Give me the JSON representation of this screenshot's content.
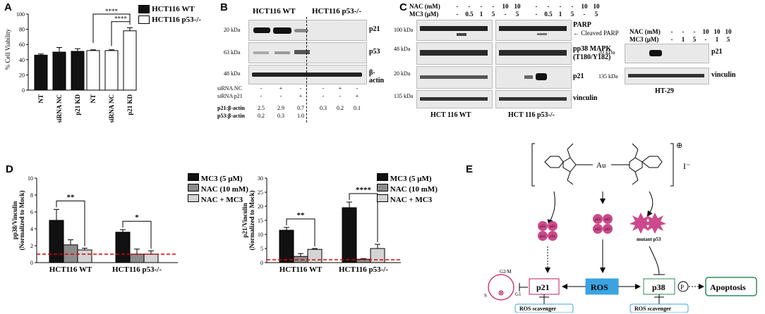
{
  "panels": {
    "A": {
      "letter": "A",
      "ylabel": "% Cell Viability",
      "yticks": [
        "0",
        "20",
        "40",
        "60",
        "80",
        "100"
      ],
      "legend": [
        {
          "name": "HCT116 WT",
          "color": "#111111"
        },
        {
          "name": "HCT116 p53-/-",
          "color": "#ffffff"
        }
      ],
      "sig": [
        "****",
        "****"
      ],
      "chart_data": {
        "type": "bar",
        "categories": [
          "NT",
          "siRNA NC",
          "p21 KD",
          "NT",
          "siRNA NC",
          "p21 KD"
        ],
        "series": [
          {
            "name": "HCT116 WT",
            "values": [
              46,
              50,
              51
            ],
            "errors": [
              1.5,
              6,
              3.5
            ]
          },
          {
            "name": "HCT116 p53-/-",
            "values": [
              52,
              52,
              78
            ],
            "errors": [
              1,
              1,
              4
            ]
          }
        ],
        "ylabel": "% Cell Viability",
        "ylim": [
          0,
          100
        ]
      }
    },
    "B": {
      "letter": "B",
      "groups": [
        "HCT116 WT",
        "HCT116 p53-/-"
      ],
      "kda": [
        "20 kDa",
        "63 kDa",
        "48 kDa"
      ],
      "bands": [
        "p21",
        "p53",
        "β-actin"
      ],
      "rows": [
        {
          "label": "siRNA NC",
          "marks": [
            "-",
            "+",
            "-",
            "-",
            "+",
            "-"
          ]
        },
        {
          "label": "siRNA p21",
          "marks": [
            "-",
            "-",
            "+",
            "-",
            "-",
            "+"
          ]
        }
      ],
      "ratio_labels": [
        "p21:β-actin",
        "p53:β-actin"
      ],
      "ratio1": [
        "2.5",
        "2.9",
        "0.7",
        "0.3",
        "0.2",
        "0.1"
      ],
      "ratio2": [
        "0.2",
        "0.3",
        "1.0",
        "",
        "",
        ""
      ]
    },
    "C": {
      "letter": "C",
      "row_labels": [
        "NAC (mM)",
        "MC3 (μM)"
      ],
      "nac": [
        "-",
        "-",
        "-",
        "-",
        "10",
        "10",
        "-",
        "-",
        "-",
        "-",
        "10",
        "10"
      ],
      "mc3": [
        "-",
        "0.5",
        "1",
        "5",
        "-",
        "5",
        "-",
        "0.5",
        "1",
        "5",
        "-",
        "5"
      ],
      "kda": [
        "100 kDa",
        "48 kDa",
        "20 kDa",
        "135 kDa"
      ],
      "bands": [
        "PARP",
        "pp38 MAPK",
        "(T180/Y182)",
        "p21",
        "vinculin"
      ],
      "cleaved": "Cleaved PARP",
      "cells": [
        "HCT 116 WT",
        "HCT 116 p53-/-"
      ],
      "ht": {
        "nac": [
          "-",
          "-",
          "-",
          "10",
          "10",
          "10"
        ],
        "mc3": [
          "-",
          "1",
          "5",
          "-",
          "1",
          "5"
        ],
        "kda": [
          "20 kDa",
          "135 kDa"
        ],
        "bands": [
          "p21",
          "vinculin"
        ],
        "cell": "HT-29"
      }
    },
    "D": {
      "letter": "D",
      "legend": [
        {
          "name": "MC3 (5 μM)",
          "color": "#111111"
        },
        {
          "name": "NAC (10 mM)",
          "color": "#8c8c8c"
        },
        {
          "name": "NAC + MC3",
          "color": "#d4d4d4"
        }
      ],
      "left": {
        "ylabel": "pp38/Vinculin",
        "ylabel2": "(Normalized to Mock)",
        "yticks": [
          "0",
          "2",
          "4",
          "6",
          "8",
          "10"
        ],
        "sig": [
          "**",
          "*"
        ],
        "chart_data": {
          "type": "bar",
          "categories": [
            "HCT116 WT",
            "HCT116 p53-/-"
          ],
          "series": [
            {
              "name": "MC3 (5 μM)",
              "values": [
                5.0,
                3.6
              ],
              "errors": [
                1.3,
                0.3
              ]
            },
            {
              "name": "NAC (10 mM)",
              "values": [
                2.1,
                1.0
              ],
              "errors": [
                0.6,
                0.6
              ]
            },
            {
              "name": "NAC + MC3",
              "values": [
                1.5,
                1.0
              ],
              "errors": [
                0.2,
                0.4
              ]
            }
          ],
          "ylim": [
            0,
            10
          ]
        }
      },
      "right": {
        "ylabel": "p21/Vinculin",
        "ylabel2": "(Normalized to Mock)",
        "yticks": [
          "0",
          "5",
          "10",
          "15",
          "20",
          "25",
          "30"
        ],
        "sig": [
          "**",
          "****"
        ],
        "chart_data": {
          "type": "bar",
          "categories": [
            "HCT116 WT",
            "HCT116 p53-/-"
          ],
          "series": [
            {
              "name": "MC3 (5 μM)",
              "values": [
                11.5,
                19.5
              ],
              "errors": [
                1.0,
                2.0
              ]
            },
            {
              "name": "NAC (10 mM)",
              "values": [
                2.2,
                1.2
              ],
              "errors": [
                1.0,
                0.2
              ]
            },
            {
              "name": "NAC + MC3",
              "values": [
                4.7,
                5.0
              ],
              "errors": [
                0.3,
                1.5
              ]
            }
          ],
          "ylim": [
            0,
            30
          ]
        }
      }
    },
    "E": {
      "letter": "E",
      "metal": "Au",
      "charge": "⊕",
      "counter": "I⁻",
      "p53": "p53",
      "mutant": "mutant p53",
      "nodes": {
        "p21": "p21",
        "ros": "ROS",
        "p38": "p38",
        "p": "P",
        "apoptosis": "Apoptosis",
        "scavenger": "ROS scavenger"
      },
      "cycle": {
        "g2m": "G2/M",
        "s": "S",
        "g1": "G1"
      }
    }
  }
}
